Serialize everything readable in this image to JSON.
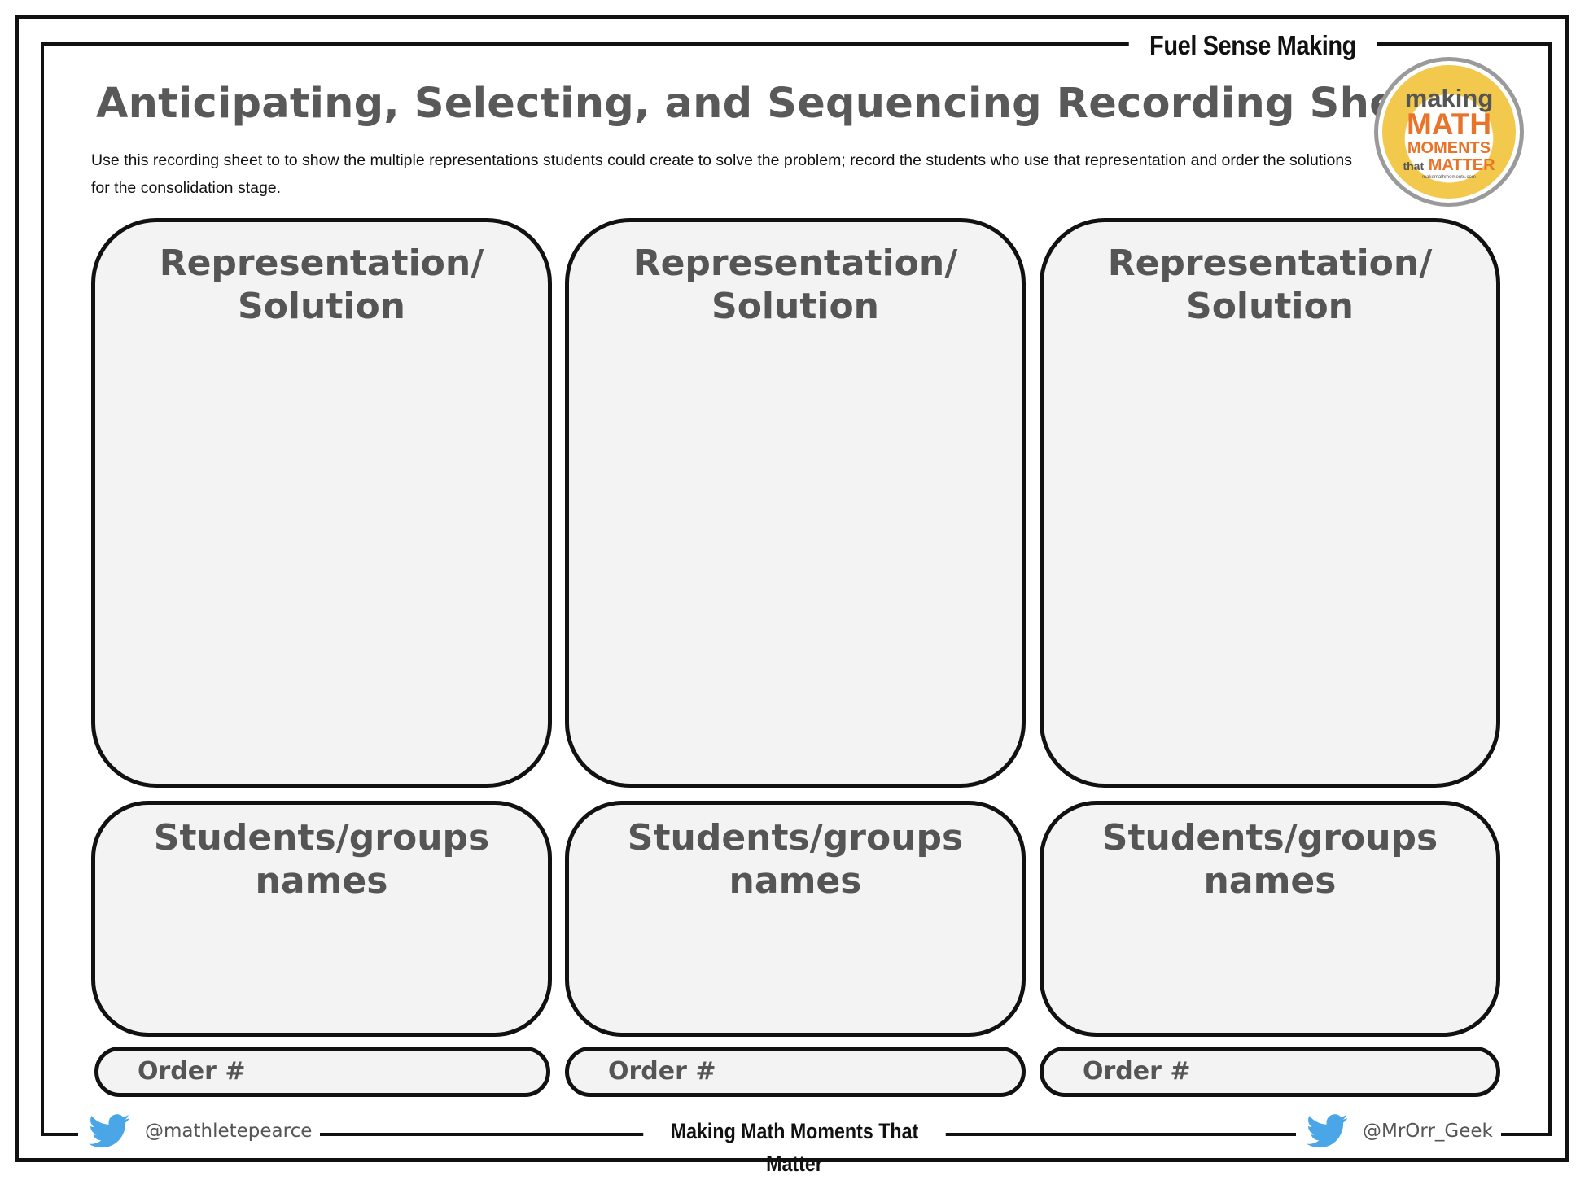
{
  "header": {
    "tag": "Fuel Sense Making",
    "title": "Anticipating, Selecting, and Sequencing Recording Sheet",
    "instructions": "Use this recording sheet to to show the multiple representations students could create to solve the problem; record the students who use that representation and order the solutions for the consolidation stage."
  },
  "logo": {
    "making": "making",
    "math": "MATH",
    "moments": "MOMENTS",
    "that": "that",
    "matter": "MATTER",
    "url": "makemathmoments.com"
  },
  "columns": [
    {
      "representation": "Representation/ Solution",
      "students": "Students/groups names",
      "order": "Order #"
    },
    {
      "representation": "Representation/ Solution",
      "students": "Students/groups names",
      "order": "Order #"
    },
    {
      "representation": "Representation/ Solution",
      "students": "Students/groups names",
      "order": "Order #"
    }
  ],
  "footer": {
    "left_handle": "@mathletepearce",
    "center": "Making Math Moments That Matter",
    "right_handle": "@MrOrr_Geek"
  },
  "colors": {
    "box_fill": "#f3f3f4",
    "text_gray": "#595959",
    "logo_orange": "#e8742a",
    "logo_yellow": "#f2c94c",
    "twitter_blue": "#4aa6e6"
  },
  "icons": [
    "twitter-bird-icon"
  ]
}
